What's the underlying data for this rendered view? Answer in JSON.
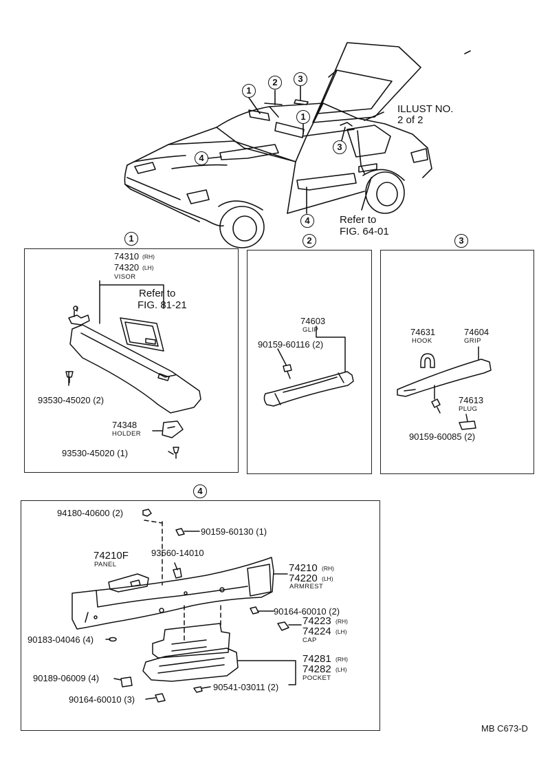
{
  "car": {
    "illust_line1": "ILLUST NO.",
    "illust_line2": "2 of 2",
    "refer_line1": "Refer to",
    "refer_line2": "FIG. 64-01",
    "callouts": [
      "1",
      "2",
      "3",
      "1",
      "3",
      "4",
      "4"
    ]
  },
  "sections": [
    {
      "number": "1"
    },
    {
      "number": "2"
    },
    {
      "number": "3"
    },
    {
      "number": "4"
    }
  ],
  "s1": {
    "visor_rh": "74310",
    "visor_rh_side": "(RH)",
    "visor_lh": "74320",
    "visor_lh_side": "(LH)",
    "visor_name": "VISOR",
    "refer_line1": "Refer to",
    "refer_line2": "FIG. 81-21",
    "screw_a": "93530-45020 (2)",
    "holder_pn": "74348",
    "holder_name": "HOLDER",
    "screw_b": "93530-45020 (1)"
  },
  "s2": {
    "grip_pn": "74603",
    "grip_name": "GLIP",
    "screw": "90159-60116 (2)"
  },
  "s3": {
    "hook_pn": "74631",
    "hook_name": "HOOK",
    "grip_pn": "74604",
    "grip_name": "GRIP",
    "plug_pn": "74613",
    "plug_name": "PLUG",
    "screw": "90159-60085 (2)"
  },
  "s4": {
    "nut": "94180-40600 (2)",
    "screw_top": "90159-60130 (1)",
    "panel_pn": "74210F",
    "panel_name": "PANEL",
    "clip": "93560-14010",
    "armrest_rh": "74210",
    "armrest_rh_side": "(RH)",
    "armrest_lh": "74220",
    "armrest_lh_side": "(LH)",
    "armrest_name": "ARMREST",
    "screw_mid": "90164-60010 (2)",
    "cap_rh": "74223",
    "cap_rh_side": "(RH)",
    "cap_lh": "74224",
    "cap_lh_side": "(LH)",
    "cap_name": "CAP",
    "washer": "90183-04046 (4)",
    "pocket_rh": "74281",
    "pocket_rh_side": "(RH)",
    "pocket_lh": "74282",
    "pocket_lh_side": "(LH)",
    "pocket_name": "POCKET",
    "nut_b": "90189-06009 (4)",
    "screw_c": "90541-03011 (2)",
    "screw_d": "90164-60010 (3)"
  },
  "footer": {
    "code": "MB  C673-D"
  }
}
